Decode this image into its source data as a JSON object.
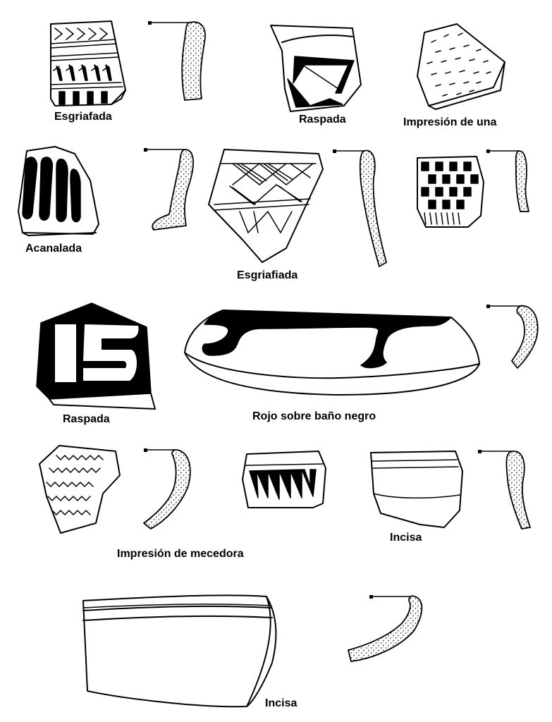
{
  "plate": {
    "ink_color": "#000000",
    "background_color": "#ffffff"
  },
  "labels": {
    "esgriafada_top": "Esgriafada",
    "raspada_top": "Raspada",
    "impresion_una": "Impresión de una",
    "acanalada": "Acanalada",
    "esgriafiada_mid": "Esgriafiada",
    "raspada_mid": "Raspada",
    "rojo_sobre_bano_negro": "Rojo sobre baño negro",
    "impresion_mecedora": "Impresión de mecedora",
    "incisa_mid": "Incisa",
    "incisa_bottom": "Incisa"
  }
}
